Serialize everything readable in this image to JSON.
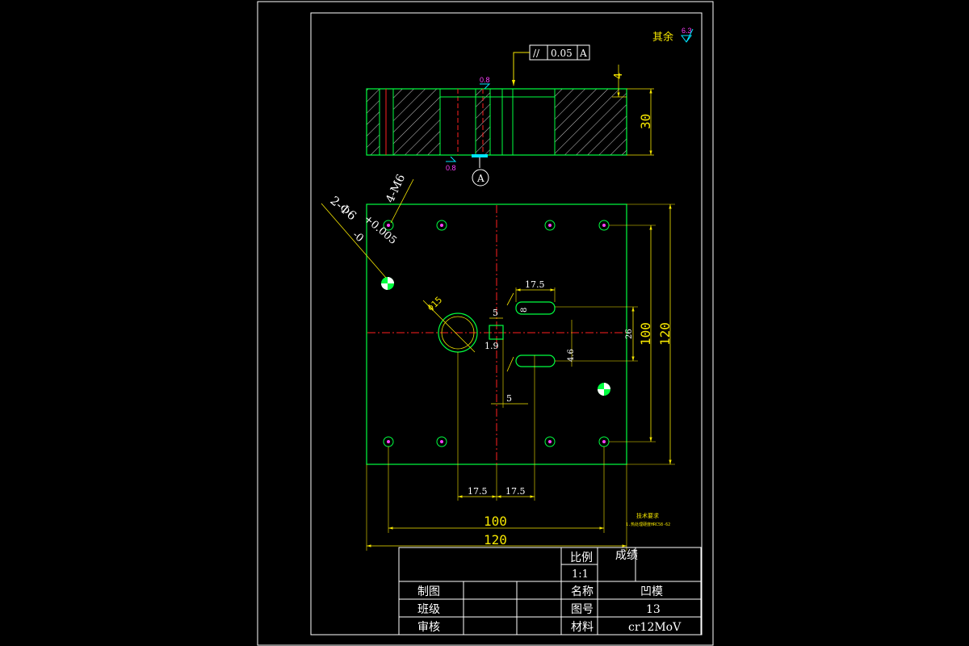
{
  "roughness": {
    "rest_label": "其余",
    "rest_value": "6.3",
    "top_value": "0.8",
    "bottom_value": "0.8"
  },
  "tolerance": {
    "symbol": "//",
    "value": "0.05",
    "datum": "A"
  },
  "datum_marker": "A",
  "section_dims": {
    "top_step": "4",
    "thickness": "30"
  },
  "callouts": {
    "dowel_holes": "2-Φ6",
    "dowel_tol": "+0.005",
    "dowel_tol_low": "-0",
    "screw_holes": "4-M6",
    "center_hole": "Φ15"
  },
  "plan_dims": {
    "slot_length": "17.5",
    "slot_width": "8",
    "square_size": "5",
    "square_offset": "1.9",
    "center_spacing": "26",
    "lower_width": "4.6",
    "bottom_small": "5",
    "left_offset": "17.5",
    "right_offset": "17.5",
    "hole_spacing_h": "100",
    "overall_h": "120",
    "hole_spacing_v": "100",
    "overall_v": "120"
  },
  "tech_note": {
    "title": "技术要求",
    "line": "1.热处理硬度HRC58-62"
  },
  "title_block": {
    "scale_label": "比例",
    "scale_value": "1:1",
    "grade_label": "成绩",
    "drawn_label": "制图",
    "class_label": "班级",
    "check_label": "审核",
    "name_label": "名称",
    "name_value": "凹模",
    "number_label": "图号",
    "number_value": "13",
    "material_label": "材料",
    "material_value": "cr12MoV"
  }
}
